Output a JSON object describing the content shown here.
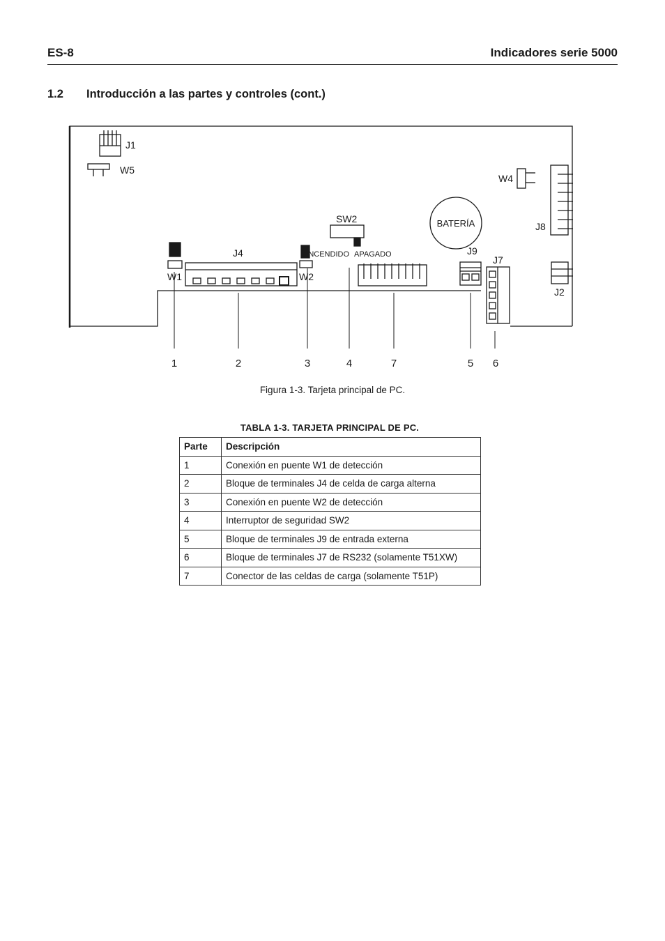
{
  "header": {
    "left": "ES-8",
    "right": "Indicadores serie 5000"
  },
  "section": {
    "number": "1.2",
    "title": "Introducción a las partes y controles (cont.)"
  },
  "figure": {
    "labels": {
      "j1": "J1",
      "w5": "W5",
      "w4": "W4",
      "j8": "J8",
      "sw2": "SW2",
      "bateria": "BATERÍA",
      "j4": "J4",
      "encendido": "ENCENDIDO",
      "apagado": "APAGADO",
      "j9": "J9",
      "j7": "J7",
      "w1": "W1",
      "w2": "W2",
      "j2": "J2"
    },
    "callouts": [
      "1",
      "2",
      "3",
      "4",
      "7",
      "5",
      "6"
    ],
    "caption": "Figura 1-3. Tarjeta principal de PC."
  },
  "table": {
    "title": "TABLA 1-3. TARJETA PRINCIPAL DE PC.",
    "headers": [
      "Parte",
      "Descripción"
    ],
    "rows": [
      [
        "1",
        "Conexión en puente W1 de detección"
      ],
      [
        "2",
        "Bloque de terminales J4 de celda de carga alterna"
      ],
      [
        "3",
        "Conexión en puente W2 de detección"
      ],
      [
        "4",
        "Interruptor de seguridad SW2"
      ],
      [
        "5",
        "Bloque de terminales J9 de entrada externa"
      ],
      [
        "6",
        "Bloque de terminales J7 de RS232 (solamente T51XW)"
      ],
      [
        "7",
        "Conector de las celdas de carga (solamente T51P)"
      ]
    ]
  }
}
